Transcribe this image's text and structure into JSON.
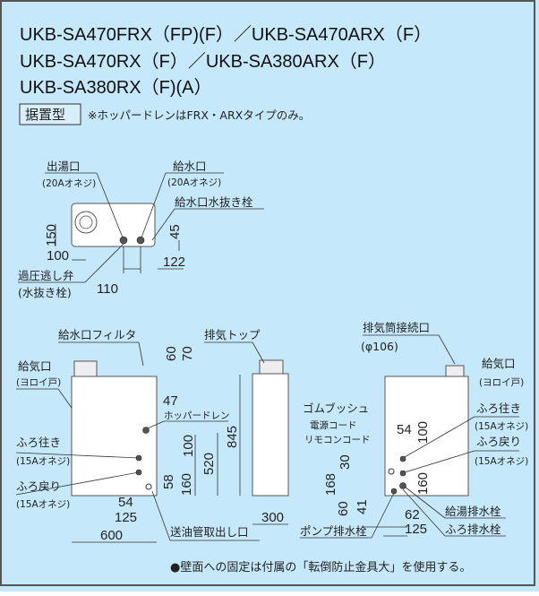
{
  "title_lines": [
    "UKB-SA470FRX（FP)(F）／UKB-SA470ARX（F）",
    "UKB-SA470RX（F）／UKB-SA380ARX（F）",
    "UKB-SA380RX（F)(A）"
  ],
  "install_type": "据置型",
  "note": "※ホッパードレンはFRX・ARXタイプのみ。",
  "top_view": {
    "hot_outlet": "出湯口",
    "hot_outlet_spec": "(20Aオネジ)",
    "water_inlet": "給水口",
    "water_inlet_spec": "(20Aオネジ)",
    "inlet_drain": "給水口水抜き栓",
    "relief_valve": "過圧逃し弁",
    "relief_valve_sub": "(水抜き栓)",
    "dims": {
      "d150": "150",
      "d100": "100",
      "d45": "45",
      "d122": "122",
      "d110": "110"
    }
  },
  "front_view": {
    "filter": "給水口フィルタ",
    "air_inlet": "給気口",
    "air_inlet_sub": "(ヨロイ戸)",
    "hopper_drain": "ホッパードレン",
    "bath_out": "ふろ往き",
    "bath_out_spec": "(15Aオネジ)",
    "bath_return": "ふろ戻り",
    "bath_return_spec": "(15Aオネジ)",
    "oil_pipe": "送油管取出し口",
    "dims": {
      "d60": "60",
      "d70": "70",
      "d47": "47",
      "d100": "100",
      "d520": "520",
      "d58": "58",
      "d160": "160",
      "d54": "54",
      "d125": "125",
      "d600": "600",
      "d845": "845"
    }
  },
  "side_view": {
    "exhaust_top": "排気トップ",
    "dims": {
      "d300": "300"
    }
  },
  "rear_view": {
    "flue_connection": "排気筒接続口",
    "flue_spec": "(φ106)",
    "air_inlet": "給気口",
    "air_inlet_sub": "(ヨロイ戸)",
    "grommet": "ゴムブッシュ",
    "grommet_sub1": "電源コード",
    "grommet_sub2": "リモコンコード",
    "bath_out": "ふろ往き",
    "bath_out_spec": "(15Aオネジ)",
    "bath_return": "ふろ戻り",
    "bath_return_spec": "(15Aオネジ)",
    "hot_drain": "給湯排水栓",
    "bath_drain": "ふろ排水栓",
    "pump_drain": "ポンプ排水栓",
    "dims": {
      "d54": "54",
      "d100": "100",
      "d30": "30",
      "d168": "168",
      "d160": "160",
      "d60": "60",
      "d41": "41",
      "d62": "62",
      "d125": "125"
    }
  },
  "footer_note": "●壁面への固定は付属の「転倒防止金具大」を使用する。",
  "colors": {
    "background": "#c6e8fb",
    "border": "#555555"
  }
}
